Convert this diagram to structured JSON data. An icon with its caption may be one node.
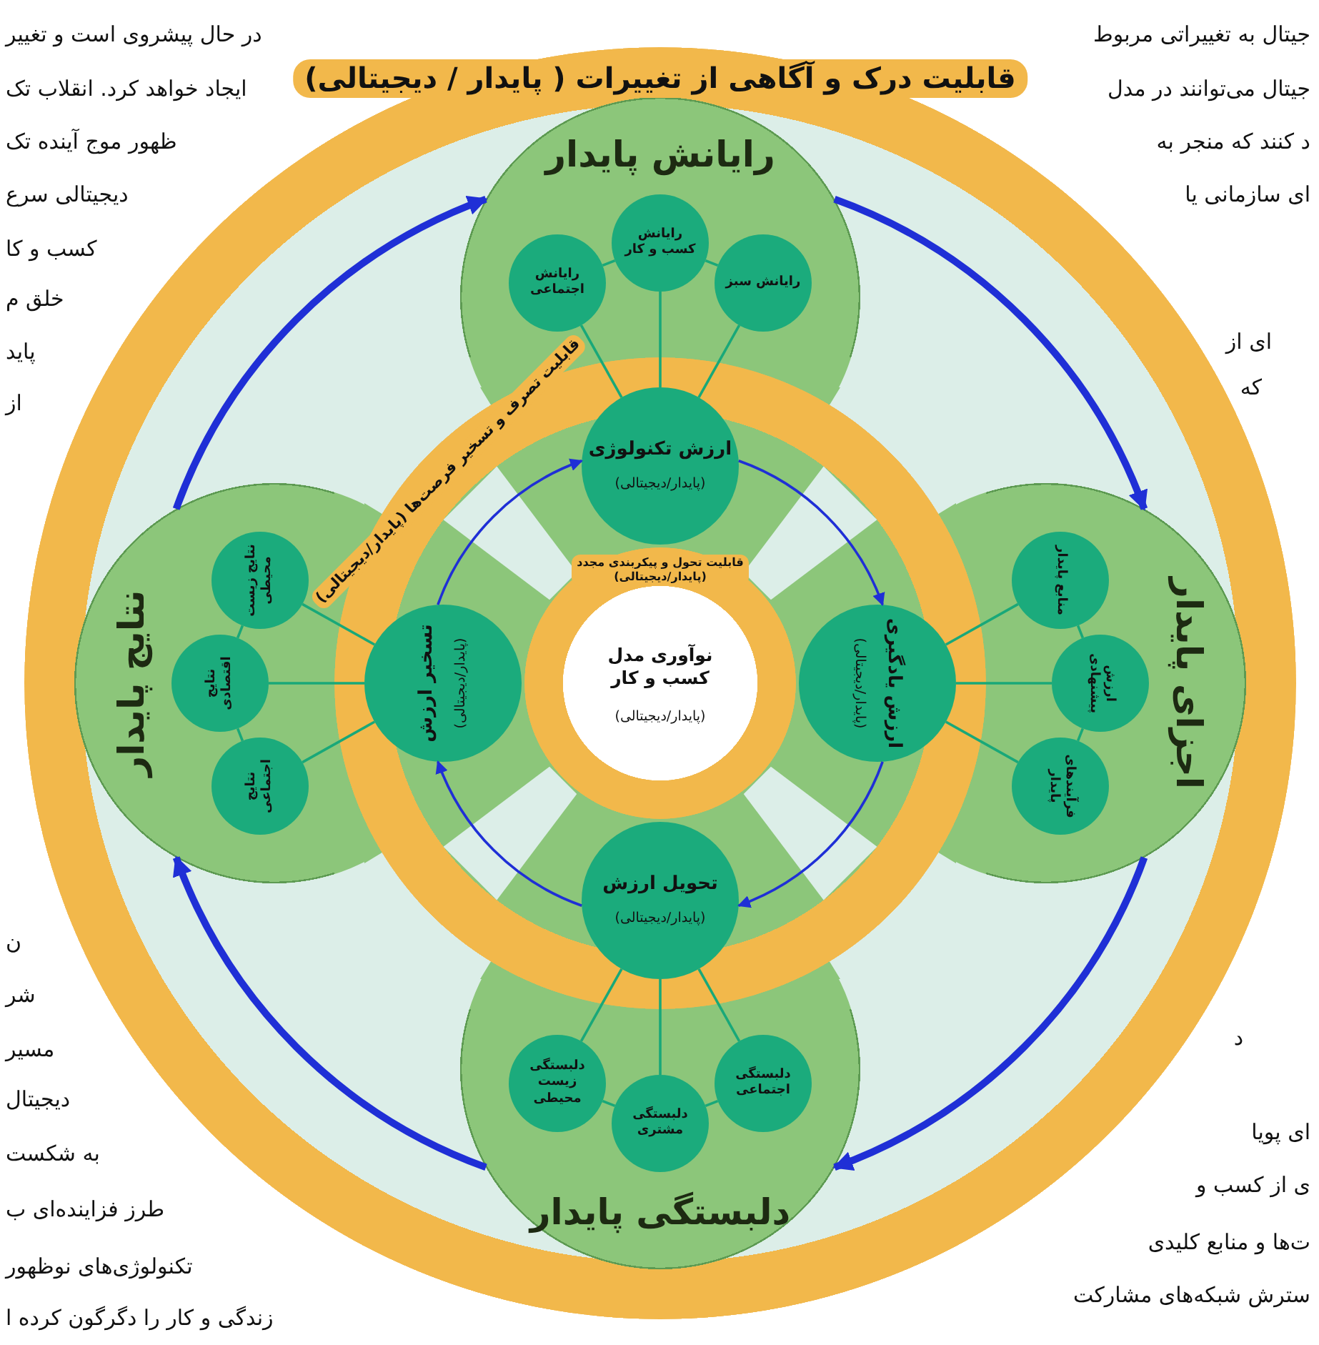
{
  "diagram": {
    "nodes": [
      {
        "text": [
          "قابلیت درک و آگاهی از تغییرات ( پایدار / دیجیتالی)"
        ]
      },
      {
        "text": [
          "قابلیت تصرف و تسخیر فرصت‌ها (پایدار/دیجیتالی)"
        ],
        "in": 0
      },
      {
        "text": [
          "قابلیت تحول و پیکربندی مجدد (پایدار/دیجیتالی)"
        ],
        "in": 1
      },
      {
        "text": [
          "نوآوری مدل کسب و کار",
          "(پایدار/دیجیتالی)"
        ],
        "in": 2
      },
      {
        "text": [
          "رایانش پایدار"
        ],
        "in": 0
      },
      {
        "text": [
          "رایانش اجتماعی"
        ],
        "in": 4
      },
      {
        "text": [
          "رایانش کسب و کار"
        ],
        "in": 4
      },
      {
        "text": [
          "رایانش سبز"
        ],
        "in": 4
      },
      {
        "text": [
          "اجزای پایدار"
        ],
        "in": 0
      },
      {
        "text": [
          "منابع پایدار"
        ],
        "in": 8
      },
      {
        "text": [
          "ارزش پیشنهادی"
        ],
        "in": 8
      },
      {
        "text": [
          "فرآیندهای پایدار"
        ],
        "in": 8
      },
      {
        "text": [
          "دلبستگی پایدار"
        ],
        "in": 0
      },
      {
        "text": [
          "دلبستگی اجتماعی"
        ],
        "in": 12
      },
      {
        "text": [
          "دلبستگی مشتری"
        ],
        "in": 12
      },
      {
        "text": [
          "دلبستگی زیست محیطی"
        ],
        "in": 12
      },
      {
        "text": [
          "نتایج پایدار"
        ],
        "in": 0
      },
      {
        "text": [
          "نتایج اجتماعی"
        ],
        "in": 16
      },
      {
        "text": [
          "نتایج اقتصادی"
        ],
        "in": 16
      },
      {
        "text": [
          "نتایج زیست محیطی"
        ],
        "in": 16
      },
      {
        "text": [
          "ارزش تکنولوژی",
          "(پایدار/دیجیتالی)"
        ],
        "in": 1
      },
      {
        "text": [
          "ارزش یادگیری",
          "(پایدار/دیجیتالی)"
        ],
        "in": 1
      },
      {
        "text": [
          "تحویل ارزش",
          "(پایدار/دیجیتالی)"
        ],
        "in": 1
      },
      {
        "text": [
          "تسخیر ارزش",
          "(پایدار/دیجیتالی)"
        ],
        "in": 1
      }
    ],
    "edges": [
      {
        "from": 4,
        "to": 8,
        "arrow": "to",
        "style": "thick",
        "color": "#1f2fd6"
      },
      {
        "from": 8,
        "to": 12,
        "arrow": "to",
        "style": "thick",
        "color": "#1f2fd6"
      },
      {
        "from": 12,
        "to": 16,
        "arrow": "to",
        "style": "thick",
        "color": "#1f2fd6"
      },
      {
        "from": 16,
        "to": 4,
        "arrow": "to",
        "style": "thick",
        "color": "#1f2fd6"
      },
      {
        "from": 23,
        "to": 20,
        "arrow": "to",
        "color": "#1f2fd6"
      },
      {
        "from": 20,
        "to": 21,
        "arrow": "to",
        "color": "#1f2fd6"
      },
      {
        "from": 21,
        "to": 22,
        "arrow": "to",
        "color": "#1f2fd6"
      },
      {
        "from": 22,
        "to": 23,
        "arrow": "to",
        "color": "#1f2fd6"
      },
      {
        "from": 20,
        "to": 5,
        "arrow": "none"
      },
      {
        "from": 20,
        "to": 6,
        "arrow": "none"
      },
      {
        "from": 20,
        "to": 7,
        "arrow": "none"
      },
      {
        "from": 5,
        "to": 6,
        "arrow": "none"
      },
      {
        "from": 6,
        "to": 7,
        "arrow": "none"
      },
      {
        "from": 21,
        "to": 9,
        "arrow": "none"
      },
      {
        "from": 21,
        "to": 10,
        "arrow": "none"
      },
      {
        "from": 21,
        "to": 11,
        "arrow": "none"
      },
      {
        "from": 9,
        "to": 10,
        "arrow": "none"
      },
      {
        "from": 10,
        "to": 11,
        "arrow": "none"
      },
      {
        "from": 22,
        "to": 13,
        "arrow": "none"
      },
      {
        "from": 22,
        "to": 14,
        "arrow": "none"
      },
      {
        "from": 22,
        "to": 15,
        "arrow": "none"
      },
      {
        "from": 13,
        "to": 14,
        "arrow": "none"
      },
      {
        "from": 14,
        "to": 15,
        "arrow": "none"
      },
      {
        "from": 23,
        "to": 17,
        "arrow": "none"
      },
      {
        "from": 23,
        "to": 18,
        "arrow": "none"
      },
      {
        "from": 23,
        "to": 19,
        "arrow": "none"
      },
      {
        "from": 17,
        "to": 18,
        "arrow": "none"
      },
      {
        "from": 18,
        "to": 19,
        "arrow": "none"
      }
    ],
    "labels": [
      "در حال پیشروی است و تغییر",
      "ایجاد خواهد کرد. انقلاب تک",
      "ظهور موج آینده تک",
      "دیجیتالی سرع",
      "کسب و کا",
      "خلق م",
      "پاید",
      "از",
      "جیتال به تغییراتی مربوط",
      "جیتال می‌توانند در مدل",
      "د کنند که منجر به",
      "ای سازمانی یا",
      "ای از",
      "که",
      "ن",
      "شر",
      "مسیر",
      "دیجیتال",
      "به شکست",
      "طرز فزاینده‌ای ب",
      "تکنولوژی‌های نوظهور",
      "زندگی و کار را دگرگون کرده ا",
      "د",
      "ای پویا",
      "ی از کسب و",
      "ت‌ها و منابع کلیدی",
      "سترش شبکه‌های مشارکت"
    ]
  }
}
